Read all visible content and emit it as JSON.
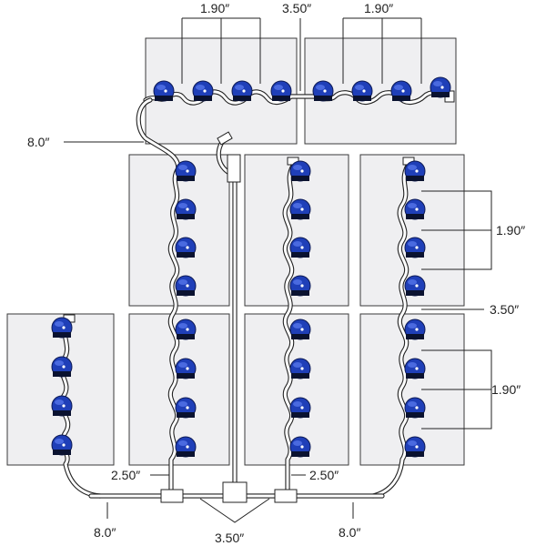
{
  "labels": {
    "top_left_spacing": "1.90″",
    "top_gap": "3.50″",
    "top_right_spacing": "1.90″",
    "left_feed": "8.0″",
    "right_upper_spacing": "1.90″",
    "right_gap": "3.50″",
    "right_lower_spacing": "1.90″",
    "left_riser": "2.50″",
    "center_riser": "2.50″",
    "bottom_left": "8.0″",
    "bottom_center": "3.50″",
    "bottom_right": "8.0″"
  },
  "colors": {
    "emitter": "#1f3fb8",
    "panel": "#efeff1",
    "line": "#222222"
  },
  "icons": {
    "emitter": "drip-emitter-icon",
    "tee": "tee-fitting-icon",
    "end_cap": "end-cap-icon"
  }
}
